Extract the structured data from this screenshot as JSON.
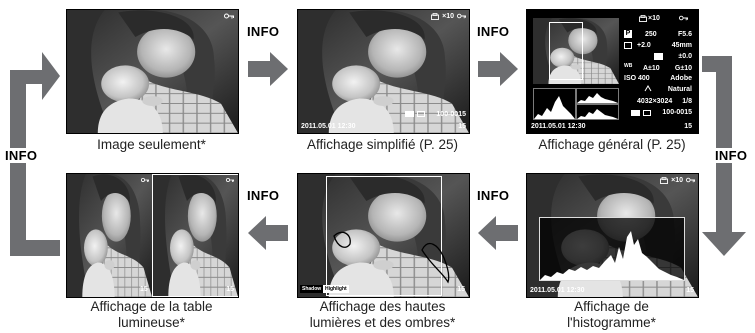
{
  "info_label": "INFO",
  "colors": {
    "arrow": "#6d6e71",
    "screen_bg": "#111111",
    "hist_line": "#ffffff"
  },
  "screens": {
    "image_only": {
      "caption": "Image seulement*",
      "lock_icon": "lock-icon"
    },
    "simplified": {
      "caption": "Affichage simplifié (P. 25)",
      "print_count": "×10",
      "datetime": "2011.05.01 12:30",
      "file_number": "100-0015",
      "frame_number": "15"
    },
    "general": {
      "caption": "Affichage général (P. 25)",
      "print_count": "×10",
      "mode": "P",
      "shutter": "250",
      "aperture": "F5.6",
      "exposure_comp": "+2.0",
      "focal_length": "45mm",
      "flash_comp": "±0.0",
      "wb_shift": "A±10",
      "wb_shift_g": "G±10",
      "iso": "ISO 400",
      "color_space": "Adobe",
      "picture_mode": "Natural",
      "resolution": "4032×3024",
      "compression": "1/8",
      "file_number": "100-0015",
      "datetime": "2011.05.01 12:30",
      "frame_number": "15"
    },
    "light_table": {
      "caption_line1": "Affichage de la table",
      "caption_line2": "lumineuse*",
      "frame_left": "15",
      "frame_right": "15"
    },
    "highlight_shadow": {
      "caption_line1": "Affichage des hautes",
      "caption_line2": "lumières et des ombres*",
      "shadow_label": "Shadow",
      "highlight_label": "Highlight",
      "frame_number": "15"
    },
    "histogram": {
      "caption_line1": "Affichage de",
      "caption_line2": "l'histogramme*",
      "print_count": "×10",
      "datetime": "2011.05.01 12:30",
      "frame_number": "15"
    }
  }
}
